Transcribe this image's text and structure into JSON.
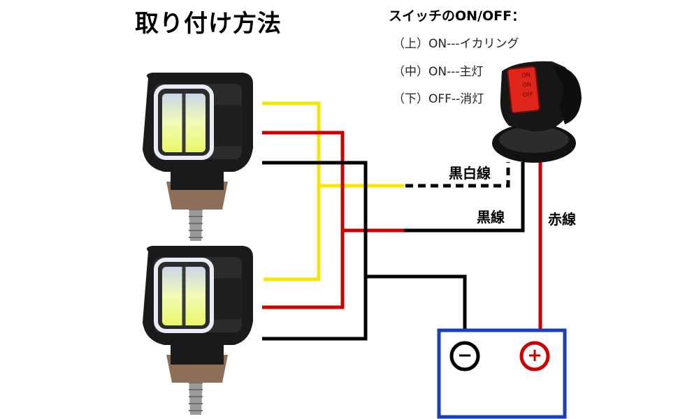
{
  "title": "取り付け方法",
  "legend": {
    "heading": "スイッチのON/OFF：",
    "items": [
      {
        "position": "（上）",
        "text": "ON---イカリング"
      },
      {
        "position": "（中）",
        "text": "ON---主灯"
      },
      {
        "position": "（下）",
        "text": "OFF--消灯"
      }
    ]
  },
  "switch_labels": [
    "ON",
    "ON",
    "OFF"
  ],
  "wire_labels": {
    "black_white": "黒白線",
    "black": "黒線",
    "red": "赤線"
  },
  "battery": {
    "negative_symbol": "−",
    "positive_symbol": "+"
  },
  "colors": {
    "yellow_wire": "#f7e600",
    "red_wire": "#cc0000",
    "black_wire": "#000000",
    "battery_frame": "#1a3fb5",
    "switch_red": "#e0251b"
  }
}
